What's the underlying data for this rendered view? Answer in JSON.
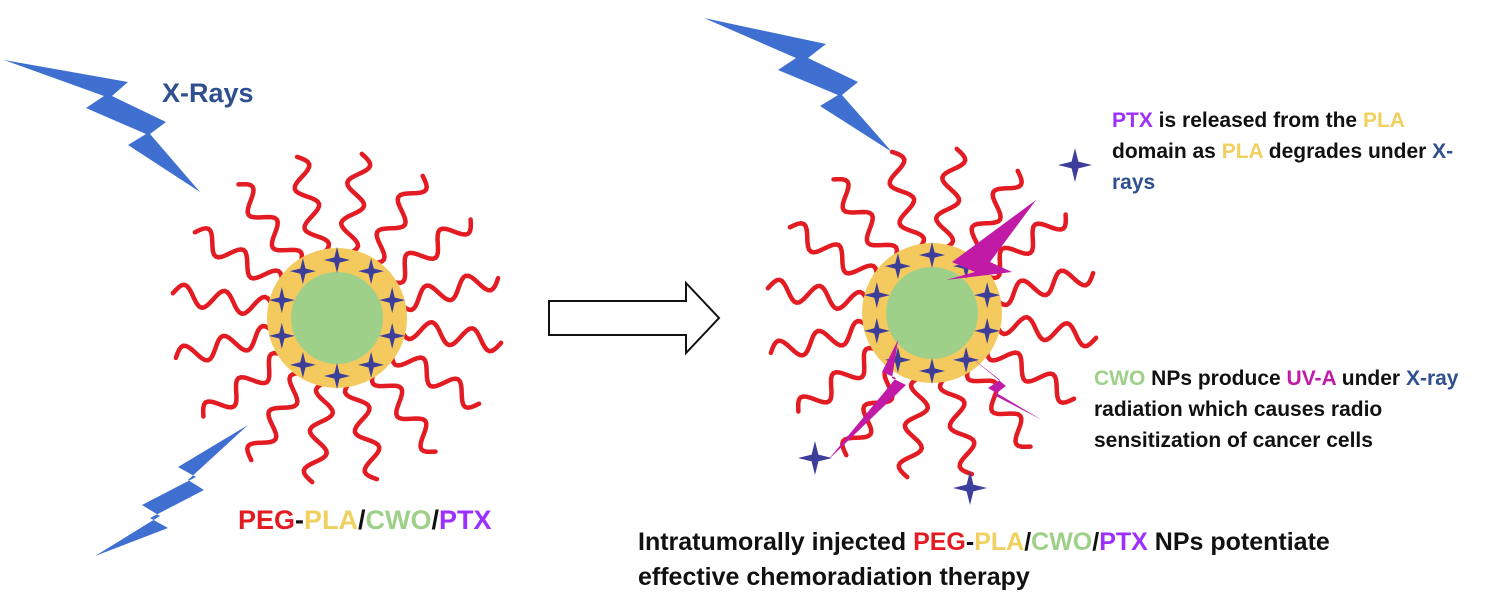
{
  "labels": {
    "xrays": "X-Rays",
    "np_name": {
      "peg": "PEG",
      "dash": "-",
      "pla": "PLA",
      "slash1": "/",
      "cwo": "CWO",
      "slash2": "/",
      "ptx": "PTX"
    }
  },
  "ptx_note": {
    "ptx": "PTX",
    "t1": " is released from the ",
    "pla1": "PLA",
    "t2": " domain as ",
    "pla2": "PLA",
    "t3": " degrades under ",
    "xrays": "X-rays"
  },
  "cwo_note": {
    "cwo": "CWO",
    "t1": " NPs produce ",
    "uva": "UV-A",
    "t2": " under ",
    "xray": "X-ray",
    "t3": " radiation which causes radio sensitization of cancer cells"
  },
  "summary": {
    "t1": "Intratumorally injected ",
    "peg": "PEG",
    "dash": "-",
    "pla": "PLA",
    "slash1": "/",
    "cwo": "CWO",
    "slash2": "/",
    "ptx": "PTX",
    "t2": " NPs potentiate effective chemoradiation therapy"
  },
  "colors": {
    "peg_chains": "#e31b23",
    "pla_shell": "#f4c95d",
    "cwo_core": "#9fd08a",
    "ptx_stars": "#3d3d9a",
    "uva_bolts": "#c01aa6",
    "xray_bolts": "#3f6fd0",
    "arrow": "#111111"
  },
  "icons": {
    "xray": "lightning-bolt-icon",
    "uva": "lightning-bolt-icon",
    "drug": "star-icon",
    "transition": "outline-arrow-right-icon"
  }
}
